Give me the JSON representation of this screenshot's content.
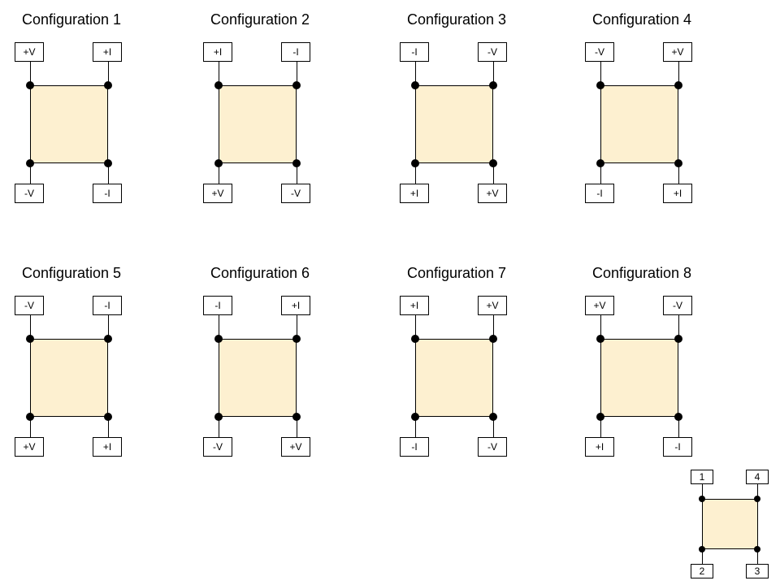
{
  "configurations": [
    {
      "title": "Configuration 1",
      "top_left": "+V",
      "top_right": "+I",
      "bottom_left": "-V",
      "bottom_right": "-I"
    },
    {
      "title": "Configuration 2",
      "top_left": "+I",
      "top_right": "-I",
      "bottom_left": "+V",
      "bottom_right": "-V"
    },
    {
      "title": "Configuration 3",
      "top_left": "-I",
      "top_right": "-V",
      "bottom_left": "+I",
      "bottom_right": "+V"
    },
    {
      "title": "Configuration 4",
      "top_left": "-V",
      "top_right": "+V",
      "bottom_left": "-I",
      "bottom_right": "+I"
    },
    {
      "title": "Configuration 5",
      "top_left": "-V",
      "top_right": "-I",
      "bottom_left": "+V",
      "bottom_right": "+I"
    },
    {
      "title": "Configuration 6",
      "top_left": "-I",
      "top_right": "+I",
      "bottom_left": "-V",
      "bottom_right": "+V"
    },
    {
      "title": "Configuration 7",
      "top_left": "+I",
      "top_right": "+V",
      "bottom_left": "-I",
      "bottom_right": "-V"
    },
    {
      "title": "Configuration 8",
      "top_left": "+V",
      "top_right": "-V",
      "bottom_left": "+I",
      "bottom_right": "-I"
    }
  ],
  "legend": {
    "top_left": "1",
    "top_right": "4",
    "bottom_left": "2",
    "bottom_right": "3"
  },
  "colors": {
    "sample_fill": "#fdf0d0",
    "line": "#000000"
  }
}
